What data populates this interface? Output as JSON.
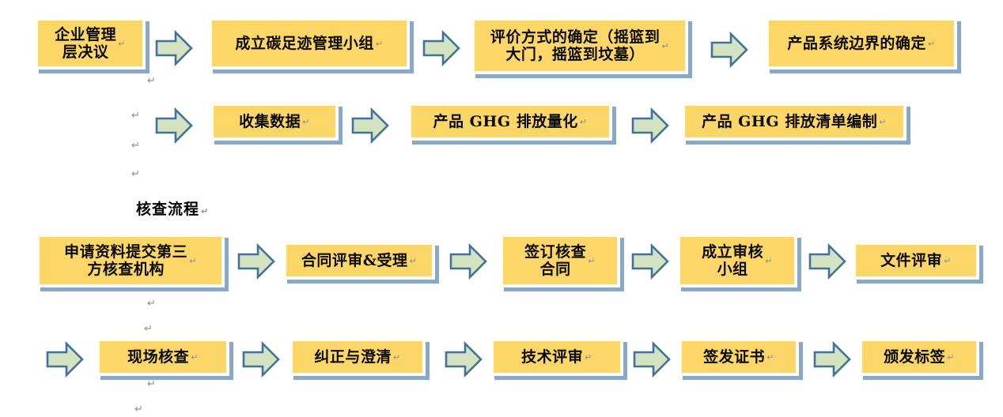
{
  "document": {
    "background_color": "#ffffff",
    "box_fill_color": "#fcd666",
    "box_border_color": "#fdfdf6",
    "box_shadow_color": "#8ca7c4",
    "arrow_fill_color": "#d3e3c0",
    "arrow_stroke_color": "#41719c",
    "return_mark": "↵"
  },
  "sections": [
    {
      "id": "carbon-footprint-process",
      "heading": "",
      "rows": [
        {
          "id": "row-1",
          "boxes": [
            {
              "id": "box-1-1",
              "text": "企业管理\n层决议"
            },
            {
              "id": "box-1-2",
              "text": "成立碳足迹管理小组"
            },
            {
              "id": "box-1-3",
              "text": "评价方式的确定（摇篮到\n大门，摇篮到坟墓）"
            },
            {
              "id": "box-1-4",
              "text": "产品系统边界的确定"
            }
          ]
        },
        {
          "id": "row-2",
          "boxes": [
            {
              "id": "box-2-1",
              "text": "收集数据"
            },
            {
              "id": "box-2-2",
              "text": "产品 GHG 排放量化"
            },
            {
              "id": "box-2-3",
              "text": "产品 GHG 排放清单编制"
            }
          ]
        }
      ]
    },
    {
      "id": "verification-process",
      "heading": "核查流程",
      "rows": [
        {
          "id": "row-3",
          "boxes": [
            {
              "id": "box-3-1",
              "text": "申请资料提交第三\n方核查机构"
            },
            {
              "id": "box-3-2",
              "text": "合同评审&受理"
            },
            {
              "id": "box-3-3",
              "text": "签订核查\n合同"
            },
            {
              "id": "box-3-4",
              "text": "成立审核\n小组"
            },
            {
              "id": "box-3-5",
              "text": "文件评审"
            }
          ]
        },
        {
          "id": "row-4",
          "boxes": [
            {
              "id": "box-4-1",
              "text": "现场核查"
            },
            {
              "id": "box-4-2",
              "text": "纠正与澄清"
            },
            {
              "id": "box-4-3",
              "text": "技术评审"
            },
            {
              "id": "box-4-4",
              "text": "签发证书"
            },
            {
              "id": "box-4-5",
              "text": "颁发标签"
            }
          ]
        }
      ]
    }
  ],
  "boxes": {
    "b11": "企业管理\n层决议",
    "b12": "成立碳足迹管理小组",
    "b13": "评价方式的确定（摇篮到\n大门，摇篮到坟墓）",
    "b14": "产品系统边界的确定",
    "b21": "收集数据",
    "b22": "产品 GHG 排放量化",
    "b23": "产品 GHG 排放清单编制",
    "b31": "申请资料提交第三\n方核查机构",
    "b32": "合同评审&受理",
    "b33": "签订核查\n合同",
    "b34": "成立审核\n小组",
    "b35": "文件评审",
    "b41": "现场核查",
    "b42": "纠正与澄清",
    "b43": "技术评审",
    "b44": "签发证书",
    "b45": "颁发标签"
  },
  "heading": {
    "verification": "核查流程"
  },
  "marks": {
    "ret": "↵"
  }
}
